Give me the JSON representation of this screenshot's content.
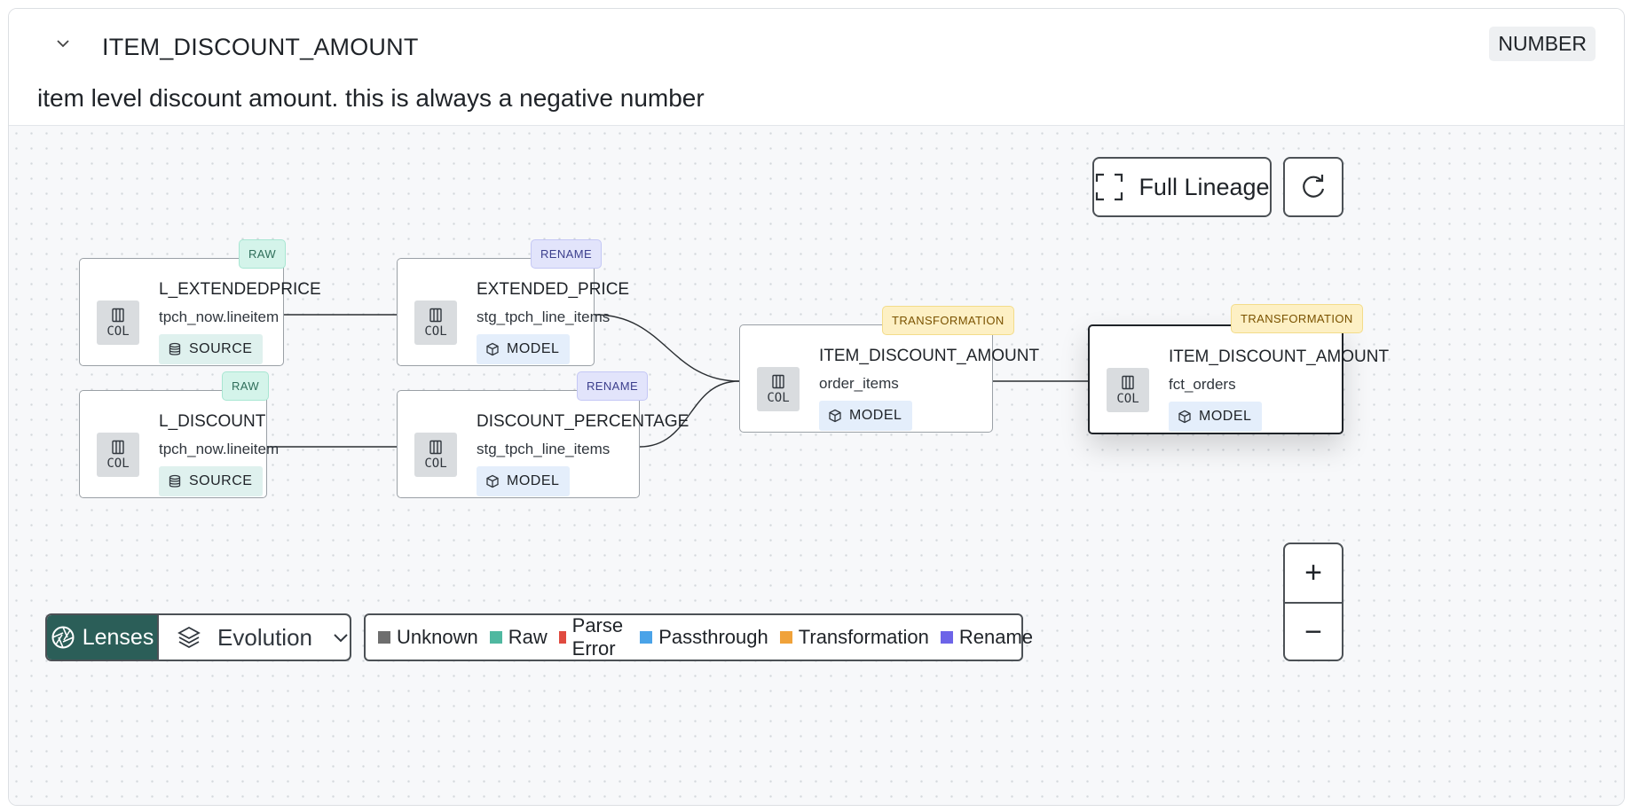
{
  "header": {
    "column_name": "ITEM_DISCOUNT_AMOUNT",
    "type": "NUMBER",
    "description": "item level discount amount. this is always a negative number"
  },
  "controls": {
    "full_lineage_label": "Full Lineage",
    "lenses_label": "Lenses",
    "lens_selected": "Evolution",
    "zoom_in": "+",
    "zoom_out": "−"
  },
  "legend": [
    {
      "label": "Unknown",
      "color": "#6e6e6e"
    },
    {
      "label": "Raw",
      "color": "#4fb8a0"
    },
    {
      "label": "Parse Error",
      "color": "#e04a3f"
    },
    {
      "label": "Passthrough",
      "color": "#4aa3e8"
    },
    {
      "label": "Transformation",
      "color": "#f0a23a"
    },
    {
      "label": "Rename",
      "color": "#6d64e8"
    }
  ],
  "nodes": [
    {
      "name": "L_EXTENDEDPRICE",
      "parent": "tpch_now.lineitem",
      "kind": "SOURCE",
      "badge": "RAW",
      "col_label": "COL"
    },
    {
      "name": "L_DISCOUNT",
      "parent": "tpch_now.lineitem",
      "kind": "SOURCE",
      "badge": "RAW",
      "col_label": "COL"
    },
    {
      "name": "EXTENDED_PRICE",
      "parent": "stg_tpch_line_items",
      "kind": "MODEL",
      "badge": "RENAME",
      "col_label": "COL"
    },
    {
      "name": "DISCOUNT_PERCENTAGE",
      "parent": "stg_tpch_line_items",
      "kind": "MODEL",
      "badge": "RENAME",
      "col_label": "COL"
    },
    {
      "name": "ITEM_DISCOUNT_AMOUNT",
      "parent": "order_items",
      "kind": "MODEL",
      "badge": "TRANSFORMATION",
      "col_label": "COL"
    },
    {
      "name": "ITEM_DISCOUNT_AMOUNT",
      "parent": "fct_orders",
      "kind": "MODEL",
      "badge": "TRANSFORMATION",
      "col_label": "COL"
    }
  ]
}
